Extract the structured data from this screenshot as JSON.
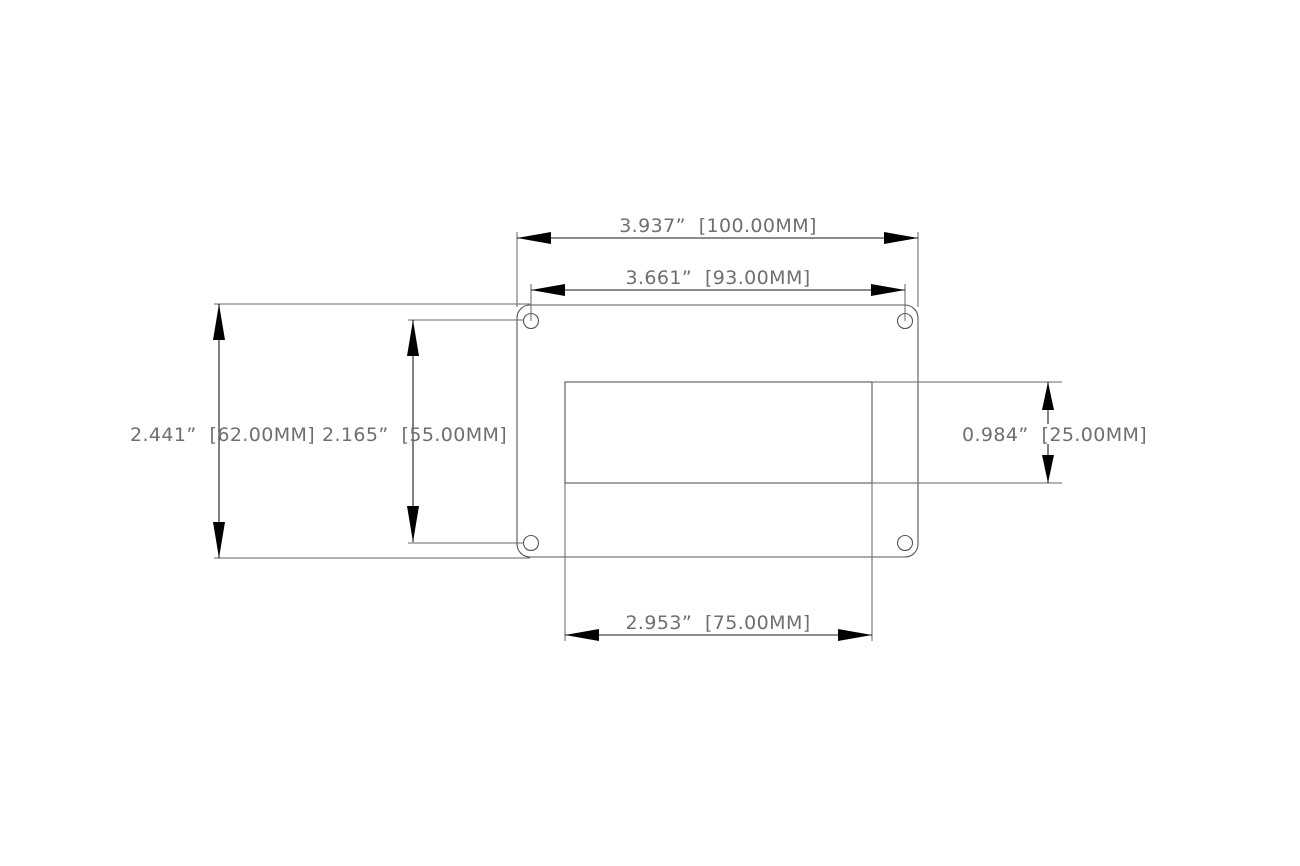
{
  "drawing": {
    "type": "mechanical-dimension-drawing",
    "description": "Rounded-corner mounting plate with four corner holes and a central rectangular cutout",
    "units_note": "Dual dimensioning: inches with bracketed millimetres",
    "background_color": "#ffffff",
    "line_color": "#555555",
    "dimension_line_color": "#1a1a1a",
    "text_color": "#6f6f6f"
  },
  "dimensions": {
    "overall_width": {
      "label": "3.937”  [100.00MM]",
      "inches": "3.937",
      "millimetres": "100.00",
      "orientation": "horizontal",
      "position": "top-outer"
    },
    "hole_spacing_width": {
      "label": "3.661”  [93.00MM]",
      "inches": "3.661",
      "millimetres": "93.00",
      "orientation": "horizontal",
      "position": "top-inner"
    },
    "overall_height": {
      "label": "2.441”  [62.00MM]",
      "inches": "2.441",
      "millimetres": "62.00",
      "orientation": "vertical",
      "position": "left-outer"
    },
    "hole_spacing_height": {
      "label": "2.165”  [55.00MM]",
      "inches": "2.165",
      "millimetres": "55.00",
      "orientation": "vertical",
      "position": "left-inner"
    },
    "cutout_height": {
      "label": "0.984”  [25.00MM]",
      "inches": "0.984",
      "millimetres": "25.00",
      "orientation": "vertical",
      "position": "right"
    },
    "cutout_width": {
      "label": "2.953”  [75.00MM]",
      "inches": "2.953",
      "millimetres": "75.00",
      "orientation": "horizontal",
      "position": "bottom"
    }
  },
  "features": {
    "plate": {
      "name": "mounting-plate",
      "corner_style": "rounded"
    },
    "holes": {
      "name": "mounting-hole",
      "count": 4,
      "arrangement": "four-corners"
    },
    "cutout": {
      "name": "rectangular-cutout",
      "count": 1
    }
  }
}
